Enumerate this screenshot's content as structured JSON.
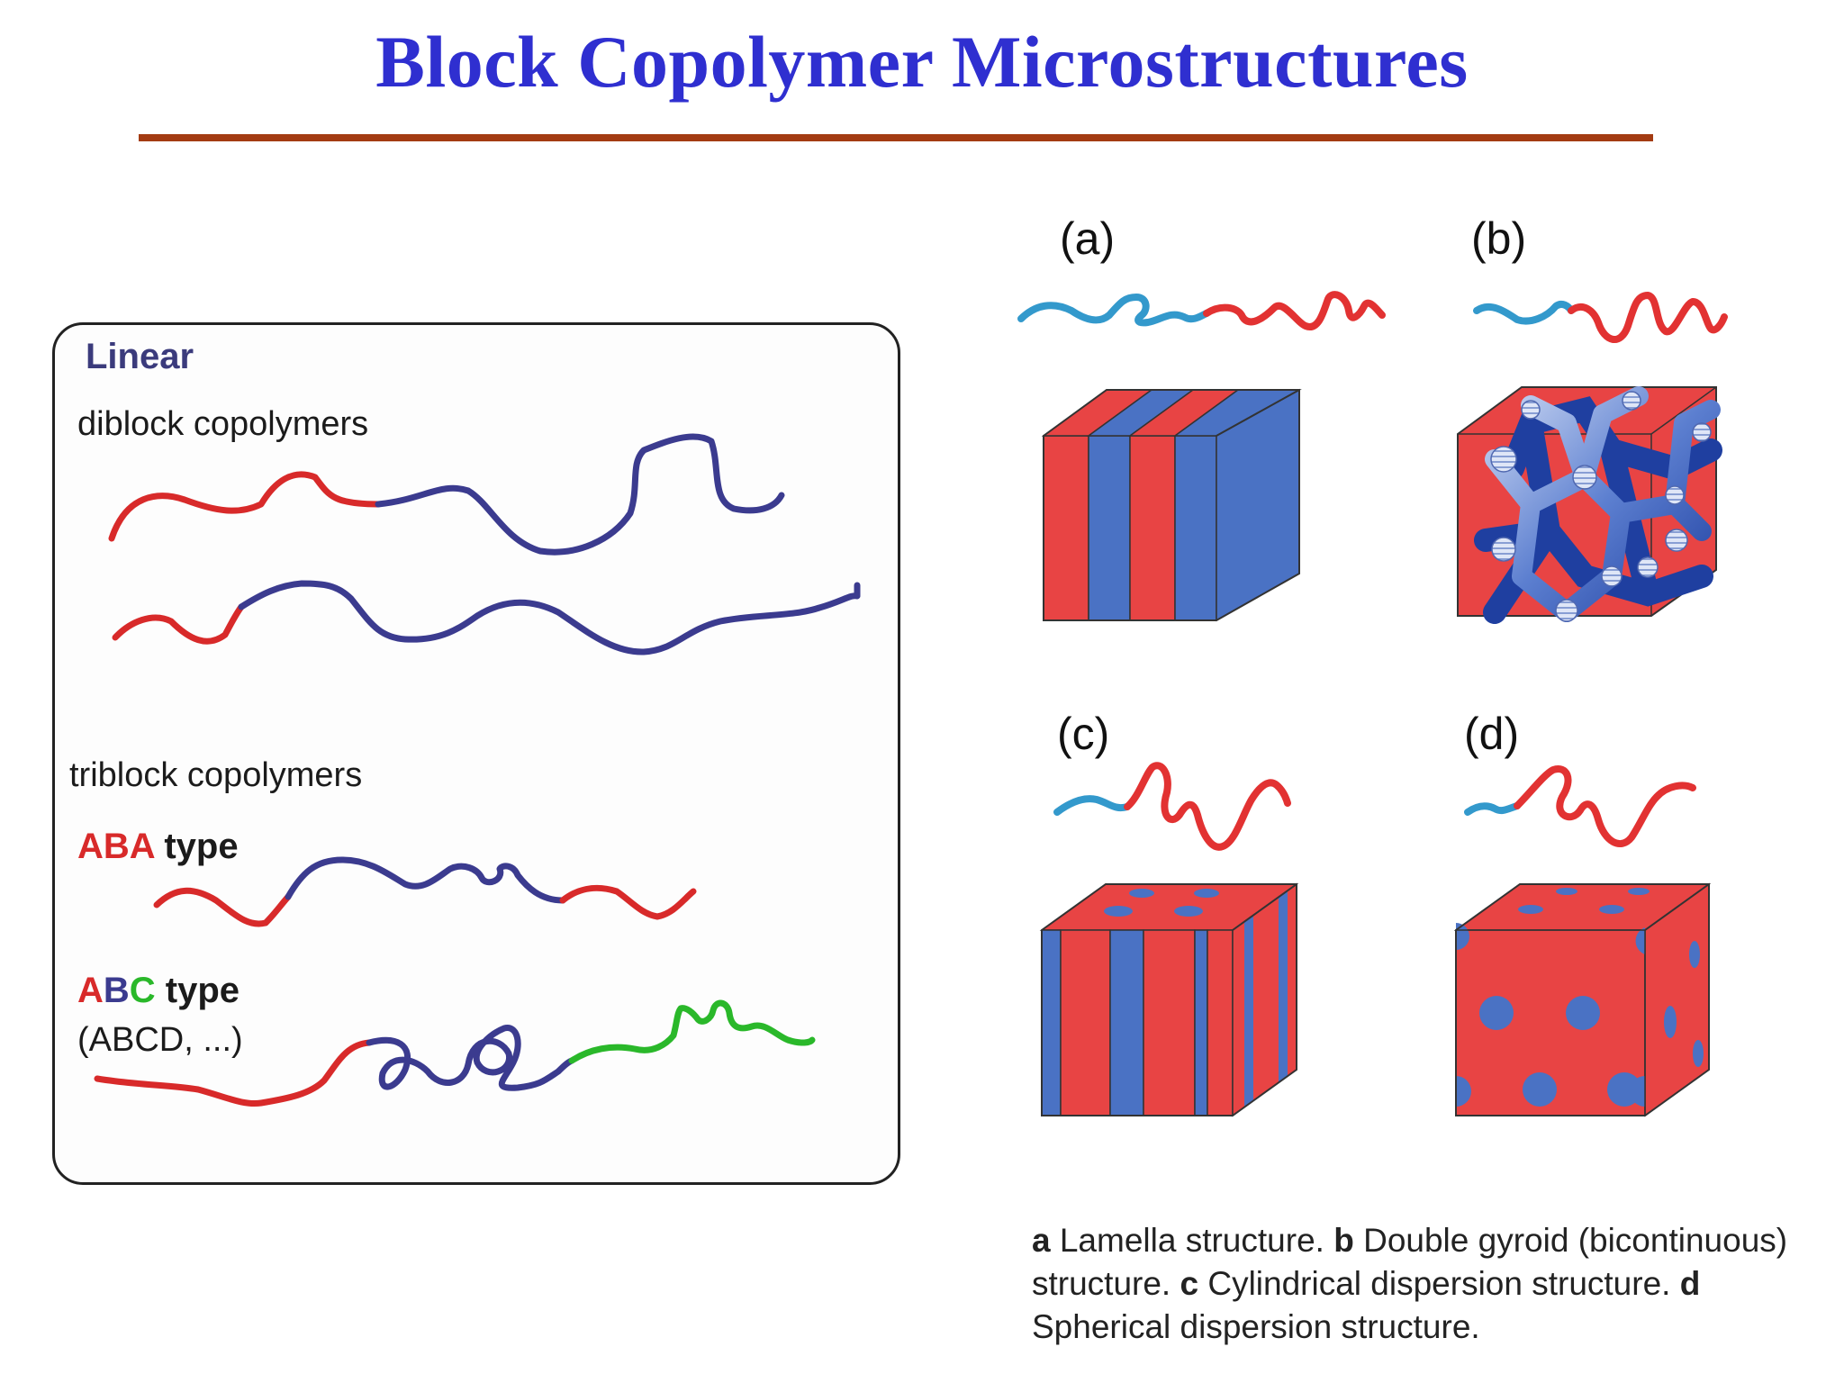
{
  "title": "Block Copolymer Microstructures",
  "panel": {
    "linear": "Linear",
    "diblock": "diblock copolymers",
    "triblock": "triblock copolymers",
    "aba_letters": "ABA",
    "aba_type": "type",
    "abc_a": "A",
    "abc_b": "B",
    "abc_c": "C",
    "abc_type": "type",
    "abcd": "(ABCD, ...)"
  },
  "structures": {
    "a": "(a)",
    "b": "(b)",
    "c": "(c)",
    "d": "(d)"
  },
  "caption": {
    "a_letter": "a",
    "a_text": " Lamella structure. ",
    "b_letter": "b",
    "b_text": " Double gyroid (bicontinuous) structure. ",
    "c_letter": "c",
    "c_text": " Cylindrical dispersion structure. ",
    "d_letter": "d",
    "d_text": " Spherical dispersion structure."
  },
  "colors": {
    "title": "#2f2fd0",
    "rule": "#a33b12",
    "block_red": "#d82a2a",
    "block_navy": "#3b3b8f",
    "block_green": "#2ab82a",
    "chain_lightblue": "#3399cc",
    "cube_red": "#e84444",
    "cube_blue": "#4a72c4"
  }
}
